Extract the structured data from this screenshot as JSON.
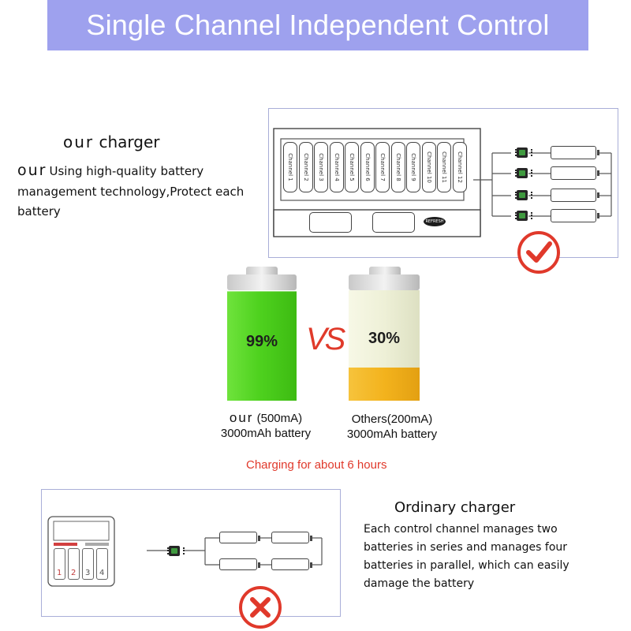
{
  "banner": {
    "title": "Single Channel Independent Control"
  },
  "our_charger": {
    "heading_lead": "our",
    "heading_rest": " charger",
    "desc_lead": "our",
    "desc_rest": "Using high-quality battery management technology,Protect each battery",
    "channels": [
      "Channel 1",
      "Channel 2",
      "Channel 3",
      "Channel 4",
      "Channel 5",
      "Channel 6",
      "Channel 7",
      "Channel 8",
      "Channel 9",
      "Channel 10",
      "Channel 11",
      "Channel 12"
    ],
    "refresh_label": "REFRESH"
  },
  "comparison": {
    "ours": {
      "level_percent": 99,
      "percent_label": "99%",
      "name_lead": "our",
      "name_rest": " (500mA)",
      "capacity": "3000mAh battery"
    },
    "vs_label": "VS",
    "others": {
      "level_percent": 30,
      "percent_label": "30%",
      "name": "Others(200mA)",
      "capacity": "3000mAh battery"
    },
    "duration": "Charging for about 6 hours"
  },
  "ordinary_charger": {
    "heading": "Ordinary charger",
    "desc": "Each control channel manages two batteries in series and manages four batteries in parallel, which can easily damage the battery",
    "slot_numbers": [
      "1",
      "2",
      "3",
      "4"
    ]
  },
  "colors": {
    "banner": "#9ea1ee",
    "battery_green": "#4fd21f",
    "battery_yellow": "#f3b31d",
    "battery_empty": "#eef0d7",
    "accent_red": "#e0392b",
    "panel_border": "#a9aed8"
  }
}
